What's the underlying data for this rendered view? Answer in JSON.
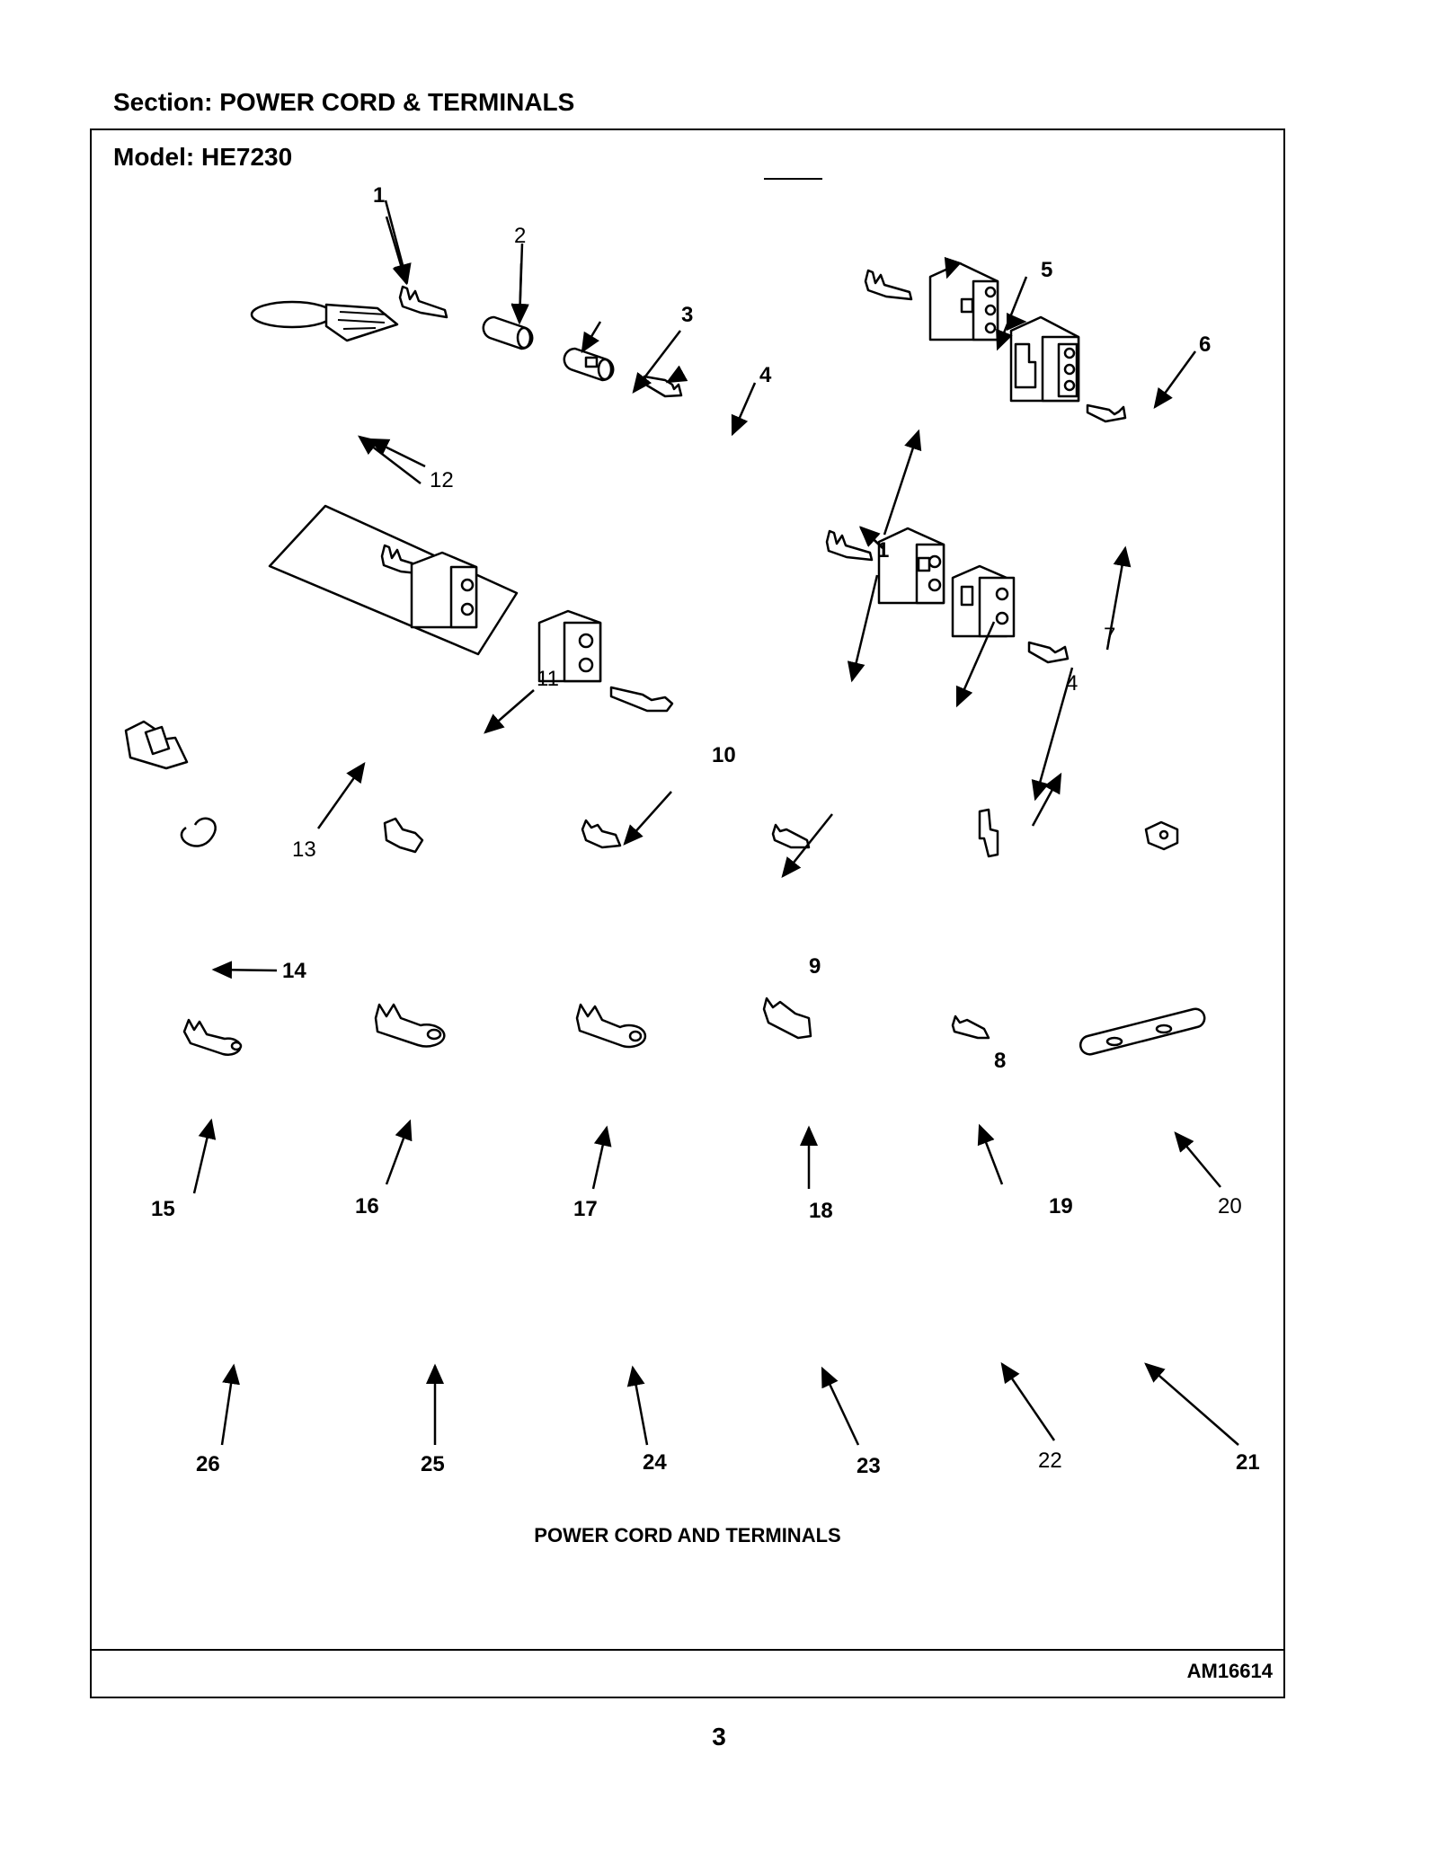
{
  "section": "Section:  POWER CORD & TERMINALS",
  "model": "Model:  HE7230",
  "caption": "POWER CORD AND TERMINALS",
  "doc_code": "AM16614",
  "page_number": "3",
  "callouts": [
    {
      "id": "c1a",
      "label": "1"
    },
    {
      "id": "c2",
      "label": "2"
    },
    {
      "id": "c3",
      "label": "3"
    },
    {
      "id": "c4a",
      "label": "4"
    },
    {
      "id": "c5",
      "label": "5"
    },
    {
      "id": "c6",
      "label": "6"
    },
    {
      "id": "c12",
      "label": "12"
    },
    {
      "id": "c1b",
      "label": "1"
    },
    {
      "id": "c7",
      "label": "7"
    },
    {
      "id": "c4b",
      "label": "4"
    },
    {
      "id": "c11",
      "label": "11"
    },
    {
      "id": "c10",
      "label": "10"
    },
    {
      "id": "c9",
      "label": "9"
    },
    {
      "id": "c13",
      "label": "13"
    },
    {
      "id": "c8",
      "label": "8"
    },
    {
      "id": "c14",
      "label": "14"
    },
    {
      "id": "c15",
      "label": "15"
    },
    {
      "id": "c16",
      "label": "16"
    },
    {
      "id": "c17",
      "label": "17"
    },
    {
      "id": "c18",
      "label": "18"
    },
    {
      "id": "c19",
      "label": "19"
    },
    {
      "id": "c20",
      "label": "20"
    },
    {
      "id": "c26",
      "label": "26"
    },
    {
      "id": "c25",
      "label": "25"
    },
    {
      "id": "c24",
      "label": "24"
    },
    {
      "id": "c23",
      "label": "23"
    },
    {
      "id": "c22",
      "label": "22"
    },
    {
      "id": "c21",
      "label": "21"
    }
  ]
}
